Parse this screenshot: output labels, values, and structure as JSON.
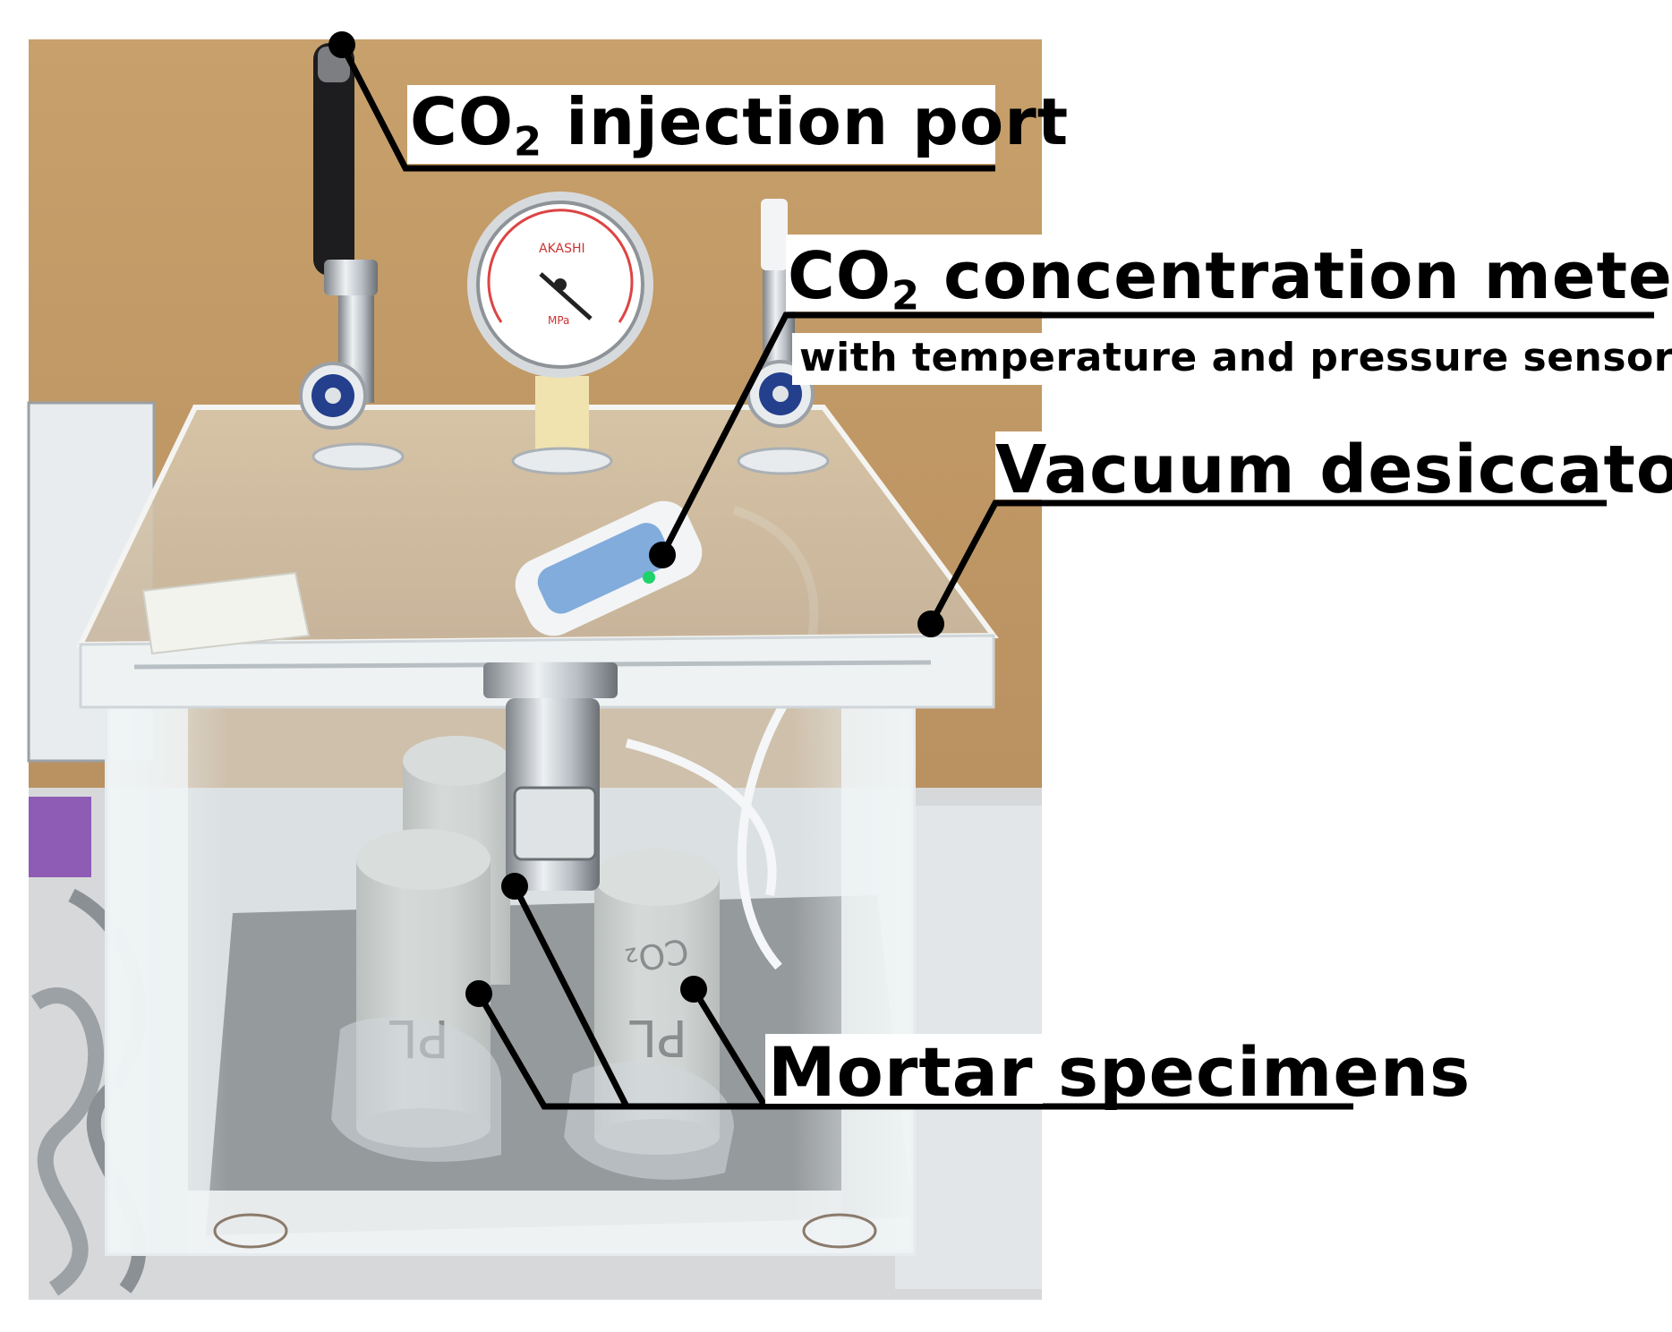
{
  "figure": {
    "labels": {
      "injection_port": {
        "main": "CO",
        "sub": "2",
        "rest": " injection port"
      },
      "concentration_meter": {
        "main": "CO",
        "sub": "2",
        "rest": " concentration meter"
      },
      "concentration_meter_detail": "with temperature and pressure sensors",
      "vacuum_desiccator": "Vacuum desiccator",
      "mortar_specimens": "Mortar specimens"
    },
    "specimen_markings": [
      "PL",
      "PL",
      "CO2"
    ],
    "gauge_markings": {
      "brand": "AKASHI",
      "unit": "MPa"
    },
    "colors": {
      "wall": "#c8a06a",
      "acrylic": "#e8eef0",
      "mortar": "#b9b9b4",
      "leader_line": "#000000",
      "meter_body": "#4a7fc4"
    }
  }
}
